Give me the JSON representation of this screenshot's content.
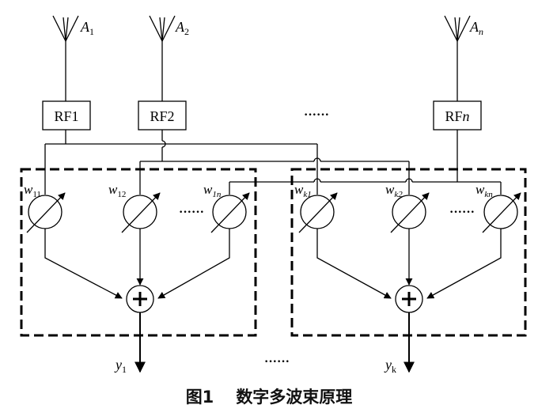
{
  "antennas": [
    {
      "letter": "A",
      "sub": "1"
    },
    {
      "letter": "A",
      "sub": "2"
    },
    {
      "letter": "A",
      "sub": "n"
    }
  ],
  "rf_blocks": [
    {
      "prefix": "RF",
      "index": "1"
    },
    {
      "prefix": "RF",
      "index": "2"
    },
    {
      "prefix": "RF",
      "index": "n"
    }
  ],
  "ellipsis": "······",
  "weights": [
    {
      "letter": "w",
      "sub": "11"
    },
    {
      "letter": "w",
      "sub": "12"
    },
    {
      "letter": "w",
      "sub": "1n"
    },
    {
      "letter": "w",
      "sub": "k1"
    },
    {
      "letter": "w",
      "sub": "k2"
    },
    {
      "letter": "w",
      "sub": "kn"
    }
  ],
  "outputs": [
    {
      "letter": "y",
      "sub": "1"
    },
    {
      "letter": "y",
      "sub": "k"
    }
  ],
  "caption": {
    "figure": "图1",
    "title": "数字多波束原理"
  }
}
